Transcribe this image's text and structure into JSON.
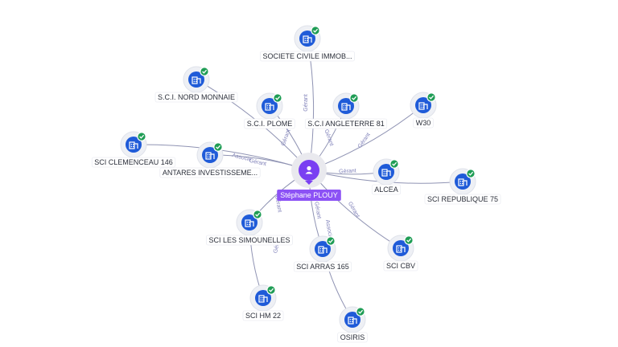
{
  "colors": {
    "company_node": "#1f5bd8",
    "person_node": "#7a3ff2",
    "person_label_bg": "#8c52f5",
    "verified_badge": "#1f9d55",
    "edge": "#8f93b3",
    "edge_label": "#7e7fb8"
  },
  "center": {
    "id": "person",
    "label": "Stéphane PLOUY",
    "icon": "person-icon"
  },
  "nodes": [
    {
      "id": "societe-civile",
      "label": "SOCIETE CIVILE IMMOB...",
      "icon": "building-icon",
      "verified": true
    },
    {
      "id": "nord-monnaie",
      "label": "S.C.I. NORD MONNAIE",
      "icon": "building-icon",
      "verified": true
    },
    {
      "id": "plome",
      "label": "S.C.I. PLOME",
      "icon": "building-icon",
      "verified": true
    },
    {
      "id": "angleterre",
      "label": "S.C.I ANGLETERRE 81",
      "icon": "building-icon",
      "verified": true
    },
    {
      "id": "w30",
      "label": "W30",
      "icon": "building-icon",
      "verified": true
    },
    {
      "id": "clemenceau",
      "label": "SCI CLEMENCEAU 146",
      "icon": "building-icon",
      "verified": true
    },
    {
      "id": "antares",
      "label": "ANTARES INVESTISSEME...",
      "icon": "building-icon",
      "verified": true
    },
    {
      "id": "alcea",
      "label": "ALCEA",
      "icon": "building-icon",
      "verified": true
    },
    {
      "id": "republique",
      "label": "SCI REPUBLIQUE 75",
      "icon": "building-icon",
      "verified": true
    },
    {
      "id": "simounelles",
      "label": "SCI LES SIMOUNELLES",
      "icon": "building-icon",
      "verified": true
    },
    {
      "id": "arras",
      "label": "SCI ARRAS 165",
      "icon": "building-icon",
      "verified": true
    },
    {
      "id": "cbv",
      "label": "SCI CBV",
      "icon": "building-icon",
      "verified": true
    },
    {
      "id": "hm22",
      "label": "SCI HM 22",
      "icon": "building-icon",
      "verified": true
    },
    {
      "id": "osiris",
      "label": "OSIRIS",
      "icon": "building-icon",
      "verified": true
    }
  ],
  "edges": [
    {
      "from": "person",
      "to": "societe-civile",
      "label": "Gérant"
    },
    {
      "from": "person",
      "to": "nord-monnaie",
      "label": ""
    },
    {
      "from": "person",
      "to": "plome",
      "label": "Gérant"
    },
    {
      "from": "person",
      "to": "angleterre",
      "label": "Gérant"
    },
    {
      "from": "person",
      "to": "w30",
      "label": "Gérant"
    },
    {
      "from": "person",
      "to": "clemenceau",
      "label": "Associé"
    },
    {
      "from": "person",
      "to": "antares",
      "label": "Gérant"
    },
    {
      "from": "person",
      "to": "alcea",
      "label": "Gérant"
    },
    {
      "from": "person",
      "to": "republique",
      "label": ""
    },
    {
      "from": "person",
      "to": "simounelles",
      "label": "Gérant"
    },
    {
      "from": "person",
      "to": "arras",
      "label": "Gérant"
    },
    {
      "from": "person",
      "to": "cbv",
      "label": "Gérant"
    },
    {
      "from": "simounelles",
      "to": "hm22",
      "label": "Gérant"
    },
    {
      "from": "arras",
      "to": "osiris",
      "label": "Associé"
    }
  ]
}
